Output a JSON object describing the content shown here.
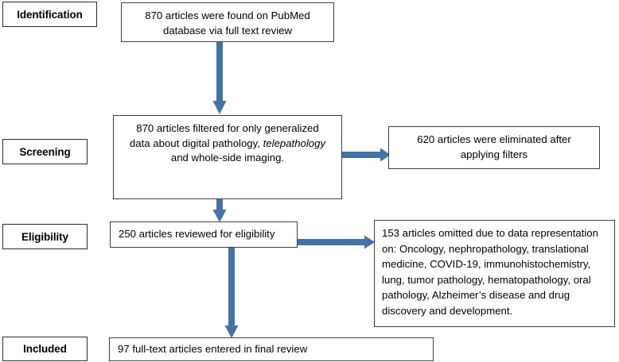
{
  "diagram": {
    "type": "prisma-flow-diagram",
    "accent_color": "#4372a4",
    "box_border_color": "#404040",
    "label_border_color": "#2b2b2b",
    "background": "#ffffff"
  },
  "stages": [
    {
      "id": "identification",
      "label": "Identification"
    },
    {
      "id": "screening",
      "label": "Screening"
    },
    {
      "id": "eligibility",
      "label": "Eligibility"
    },
    {
      "id": "included",
      "label": "Included"
    }
  ],
  "boxes": {
    "identified": {
      "line1": "870 articles were found on PubMed",
      "line2": "database via full text review"
    },
    "filtered": {
      "line1": "870 articles filtered for only generalized",
      "line2_pre": "data about digital pathology, ",
      "line2_em": "telepathology",
      "line3": "and whole-side imaging."
    },
    "excluded_filters": {
      "line1": "620 articles were eliminated after",
      "line2": "applying filters"
    },
    "reviewed": {
      "text": "250 articles reviewed for eligibility"
    },
    "omitted": {
      "line1": "153 articles omitted due to data representation",
      "line2": "on: Oncology, nephropathology, translational",
      "line3": "medicine, COVID-19, immunohistochemistry,",
      "line4": "lung, tumor pathology, hematopathology, oral",
      "line5": "pathology, Alzheimer’s disease and drug",
      "line6": "discovery and development."
    },
    "included_final": {
      "text": "97 full-text articles entered in final review"
    }
  },
  "arrows": [
    {
      "id": "arrow-identified-to-filtered",
      "direction": "down"
    },
    {
      "id": "arrow-filtered-to-excluded",
      "direction": "right"
    },
    {
      "id": "arrow-filtered-to-reviewed",
      "direction": "down"
    },
    {
      "id": "arrow-reviewed-to-omitted",
      "direction": "right"
    },
    {
      "id": "arrow-reviewed-to-included",
      "direction": "down"
    }
  ]
}
